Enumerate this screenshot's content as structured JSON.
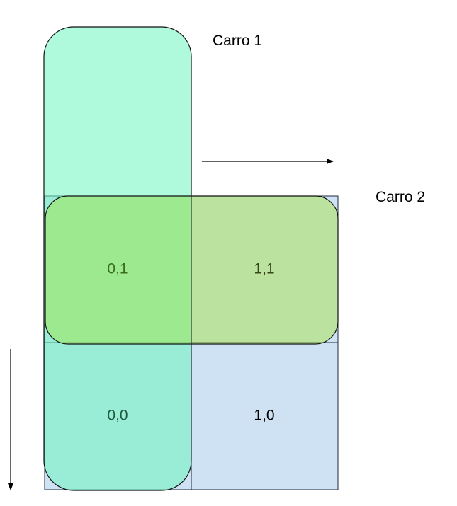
{
  "labels": {
    "car1": "Carro 1",
    "car2": "Carro 2"
  },
  "cells": {
    "c00": "0,0",
    "c10": "1,0",
    "c01": "0,1",
    "c11": "1,1"
  },
  "colors": {
    "grid_fill": "#cfe2f3",
    "grid_stroke": "#1f2a38",
    "car1_fill": "#6ef5c0",
    "car2_fill": "#a2e53a",
    "arrow": "#000000",
    "text": "#000000"
  }
}
